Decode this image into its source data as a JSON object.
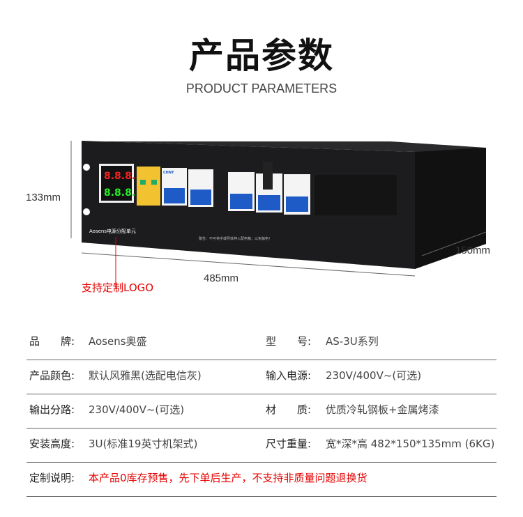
{
  "header": {
    "title": "产品参数",
    "subtitle": "PRODUCT PARAMETERS"
  },
  "product": {
    "panel_label": "Aosens电源分配单元",
    "display_top": "8.8.8.",
    "display_bottom": "8.8.8.",
    "breaker_brand": "CHNT",
    "warning_text": "警告：不可将手或导体伸入配电箱，以免触电！",
    "dimensions": {
      "height": "133mm",
      "width": "485mm",
      "depth": "150mm"
    },
    "logo_note": "支持定制LOGO"
  },
  "specs": {
    "rows": [
      {
        "left_label": "品　　牌:",
        "left_value": "Aosens奥盛",
        "right_label": "型　　号:",
        "right_value": "AS-3U系列"
      },
      {
        "left_label": "产品颜色:",
        "left_value": "默认风雅黑(选配电信灰)",
        "right_label": "输入电源:",
        "right_value": "230V/400V~(可选)"
      },
      {
        "left_label": "输出分路:",
        "left_value": "230V/400V~(可选)",
        "right_label": "材　　质:",
        "right_value": "优质冷轧钢板+金属烤漆"
      },
      {
        "left_label": "安装高度:",
        "left_value": "3U(标准19英寸机架式)",
        "right_label": "尺寸重量:",
        "right_value": "宽*深*高 482*150*135mm  (6KG)"
      }
    ],
    "custom": {
      "label": "定制说明:",
      "value": "本产品0库存预售，先下单后生产，不支持非质量问题退换货"
    }
  },
  "colors": {
    "accent_red": "#e60000",
    "panel": "#1c1c1e",
    "breaker_blue": "#1e5bc6",
    "spd_yellow": "#f2c230"
  }
}
